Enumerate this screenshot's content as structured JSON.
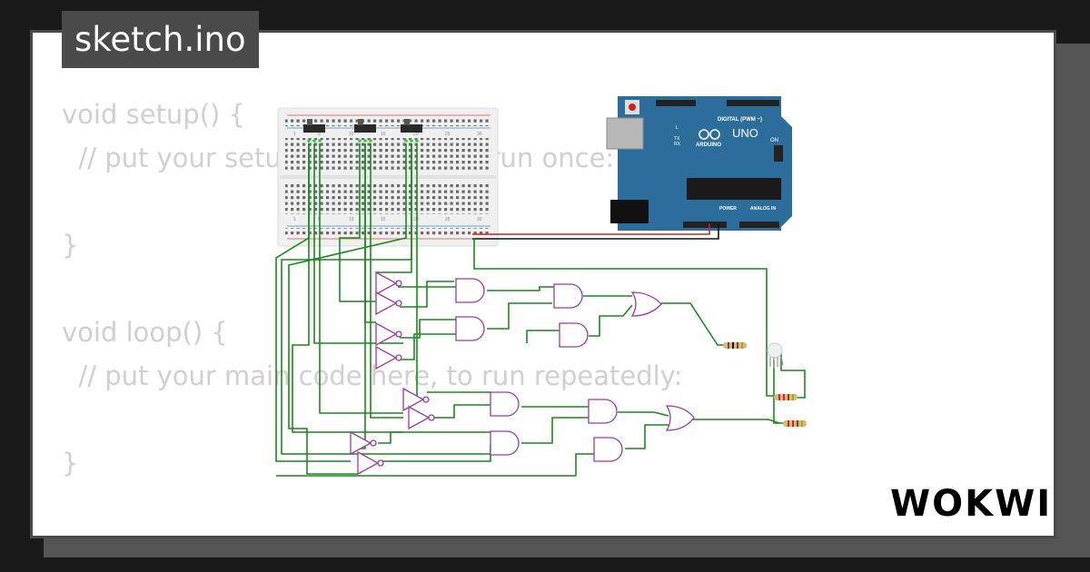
{
  "editor": {
    "filename": "sketch.ino",
    "code_lines": [
      "void setup() {",
      "  // put your setup code here, to run once:",
      "",
      "}",
      "",
      "void loop() {",
      "  // put your main code here, to run repeatedly:",
      "",
      "}"
    ]
  },
  "arduino": {
    "model_label": "UNO",
    "brand_label": "ARDUINO",
    "digital_header_label": "DIGITAL (PWM ~)",
    "power_label": "POWER",
    "analog_label": "ANALOG IN",
    "on_label": "ON",
    "tx_label": "TX",
    "rx_label": "RX",
    "l_label": "L"
  },
  "breadboard": {
    "column_labels": [
      "1",
      "5",
      "10",
      "15",
      "20",
      "25",
      "30"
    ]
  },
  "brand": {
    "name": "WOKWI",
    "color": "#000000"
  },
  "colors": {
    "wire": "#1a8a1a",
    "gate": "#9c3aa0",
    "board": "#2c6d9b",
    "accent_red": "#d22020"
  }
}
